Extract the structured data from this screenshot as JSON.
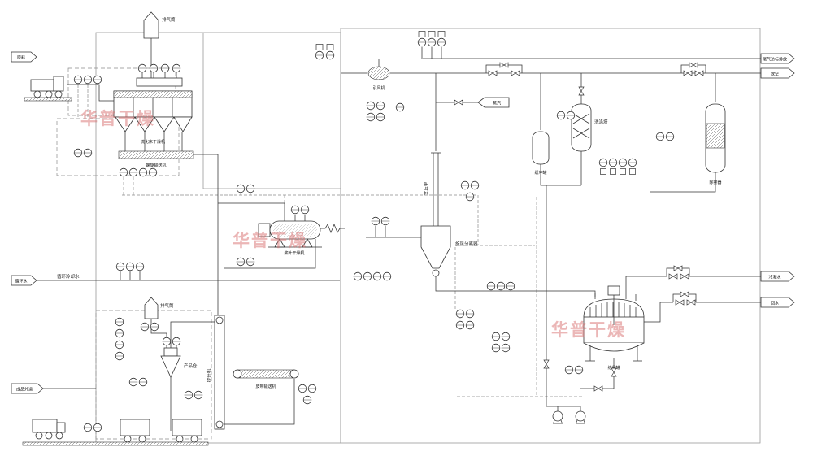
{
  "watermark": {
    "text": "华普干燥",
    "color": "#d97070"
  },
  "flags": {
    "raw_in": "原料",
    "cooling_water": "循环水",
    "cooling_line": "循环冷却水",
    "product_out": "成品外运",
    "stack": "尾气达标排放",
    "vent": "放空",
    "steam": "蒸汽",
    "condensate": "冷凝水",
    "cw_return": "回水"
  },
  "equipment": {
    "fbd": "流化床干燥机",
    "screw": "螺旋输送机",
    "paddle": "桨叶干燥机",
    "venturi": "文丘里",
    "cyclone": "旋风分离器",
    "fan": "引风机",
    "buffer": "缓冲罐",
    "scrubber": "洗涤塔",
    "demister": "除雾器",
    "crystallizer": "结晶罐",
    "elevator": "提升机",
    "belt": "皮带输送机",
    "silo": "产品仓",
    "stack_top": "排气筒",
    "stack_bottom": "排气筒"
  }
}
